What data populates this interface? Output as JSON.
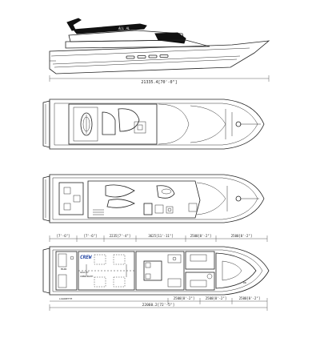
{
  "profile": {
    "brand_script": "ALL AL",
    "overall_length": "21335.4[70'-0\"]"
  },
  "lower_deck": {
    "crew_label": "CREW",
    "top_dims": [
      "[7'-6\"]",
      "[7'-6\"]",
      "2235[7'-4\"]",
      "3625[11'-11\"]",
      "2500[8'-2\"]",
      "2500[8'-2\"]"
    ],
    "bottom_dims": [
      "2500[8'-2\"]",
      "2500[8'-2\"]",
      "2500[8'-2\"]"
    ],
    "center_dim": "22060.2[72'-5\"]",
    "fwd_tag": "DN",
    "small_labels": [
      "MAIN",
      "GALLEY",
      "CREW BATH",
      "LAZARETTE"
    ]
  }
}
